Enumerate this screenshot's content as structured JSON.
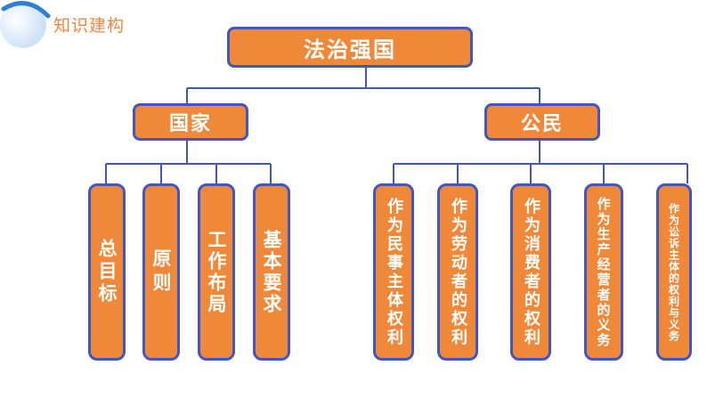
{
  "header": {
    "title": "知识建构"
  },
  "diagram": {
    "root": "法治强国",
    "left": {
      "label": "国家",
      "children": [
        "总目标",
        "原则",
        "工作布局",
        "基本要求"
      ]
    },
    "right": {
      "label": "公民",
      "children": [
        "作为民事主体权利",
        "作为劳动者的权利",
        "作为消费者的权利",
        "作为生产经营者的义务",
        "作为讼诉主体的权利与义务"
      ]
    }
  },
  "colors": {
    "box_fill": "#f0883a",
    "box_border": "#3f56c4",
    "line": "#3f56c4",
    "title": "#f0883a"
  }
}
